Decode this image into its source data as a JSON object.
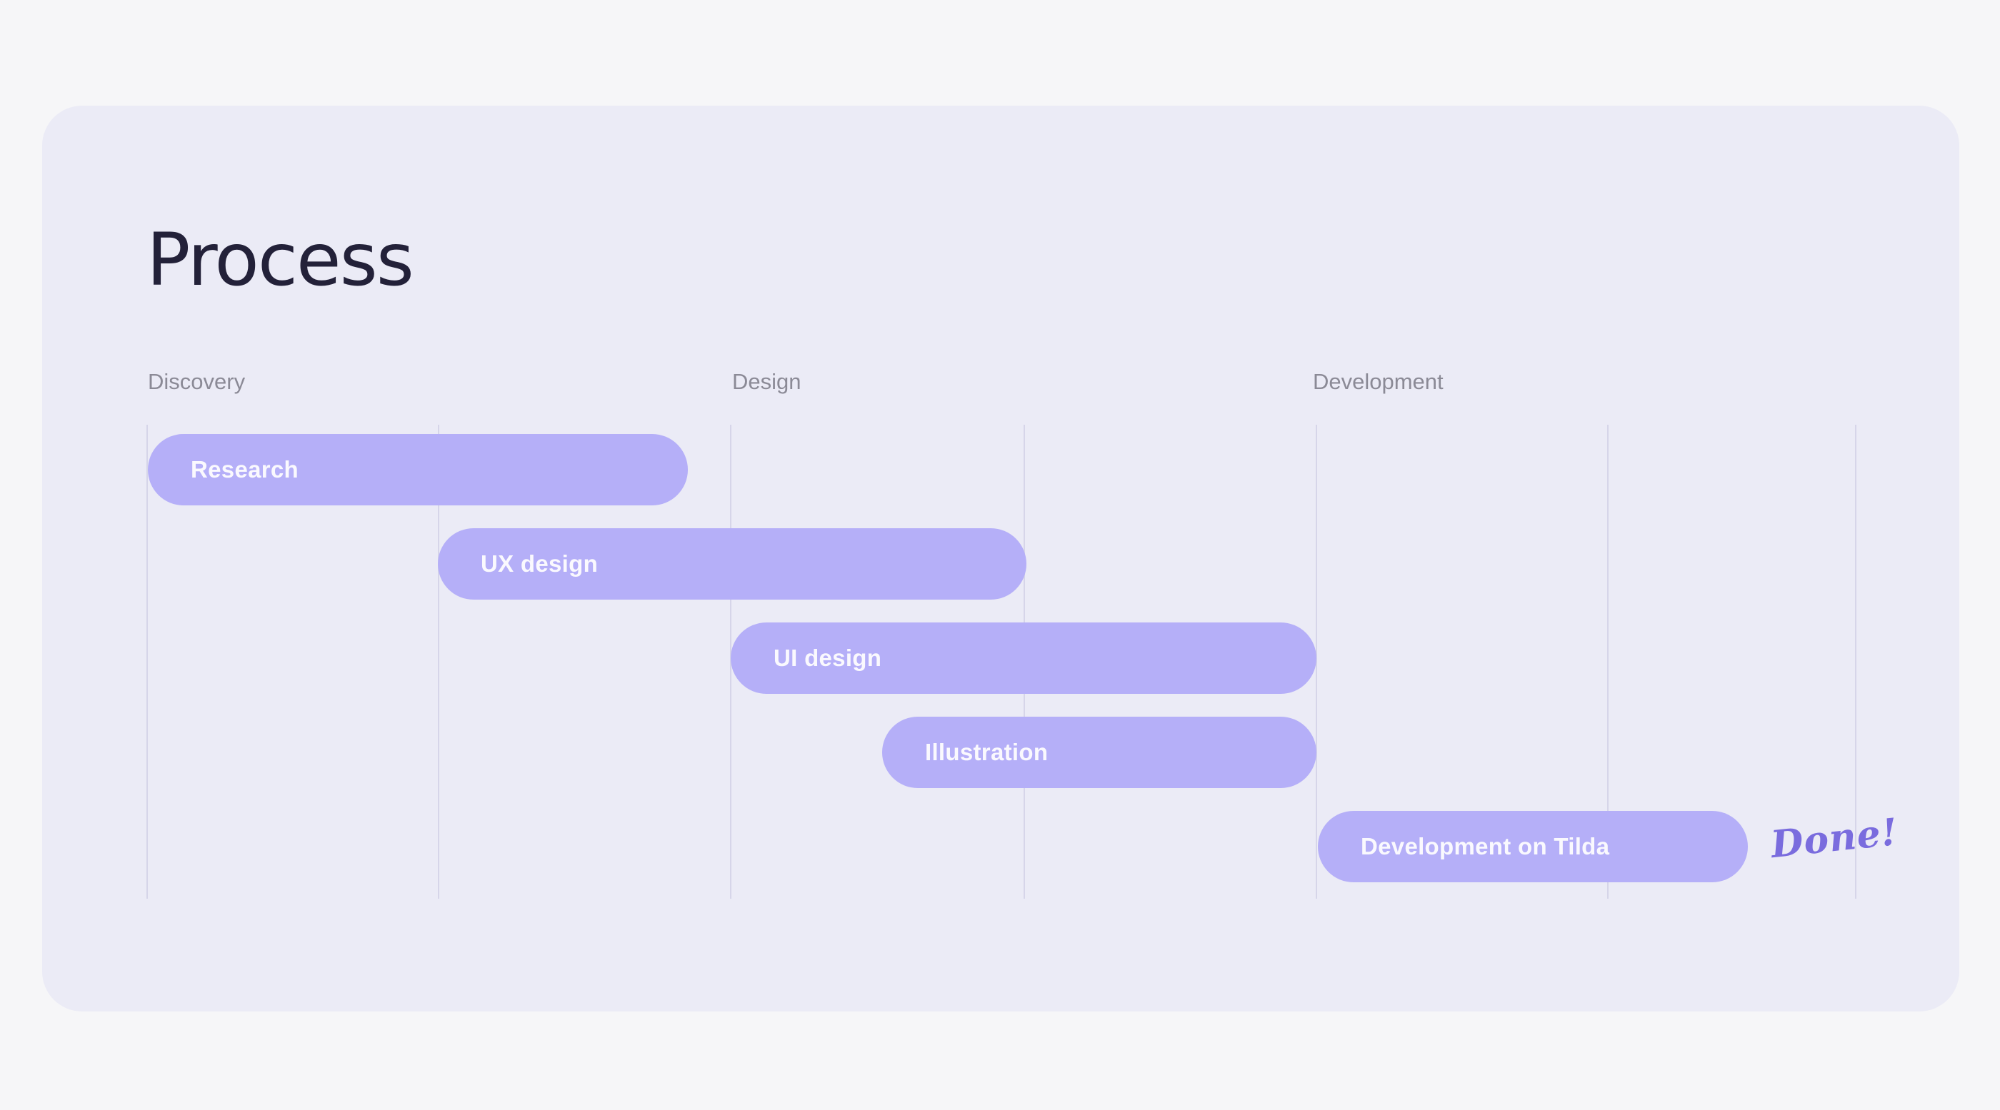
{
  "title": "Process",
  "phases": [
    {
      "label": "Discovery"
    },
    {
      "label": "Design"
    },
    {
      "label": "Development"
    }
  ],
  "tasks": [
    {
      "label": "Research",
      "phase": "Discovery",
      "row": 1,
      "col_start": 1,
      "col_end": 2.85
    },
    {
      "label": "UX design",
      "phase": "Discovery",
      "row": 2,
      "col_start": 2,
      "col_end": 4
    },
    {
      "label": "UI design",
      "phase": "Design",
      "row": 3,
      "col_start": 3,
      "col_end": 5
    },
    {
      "label": "Illustration",
      "phase": "Design",
      "row": 4,
      "col_start": 3.5,
      "col_end": 5
    },
    {
      "label": "Development on Tilda",
      "phase": "Development",
      "row": 5,
      "col_start": 5,
      "col_end": 6.5
    }
  ],
  "annotation": {
    "label": "Done!"
  },
  "grid": {
    "column_count": 6,
    "gridline_count": 7
  },
  "colors": {
    "page_bg": "#F6F6F8",
    "card_bg": "#EBEBF6",
    "task_bar": "#B5AFF8",
    "task_text": "#FAF9FE",
    "title_text": "#232139",
    "phase_label": "#8B8A96",
    "gridline": "#D6D5E9",
    "done_accent": "#7A6CDE"
  }
}
